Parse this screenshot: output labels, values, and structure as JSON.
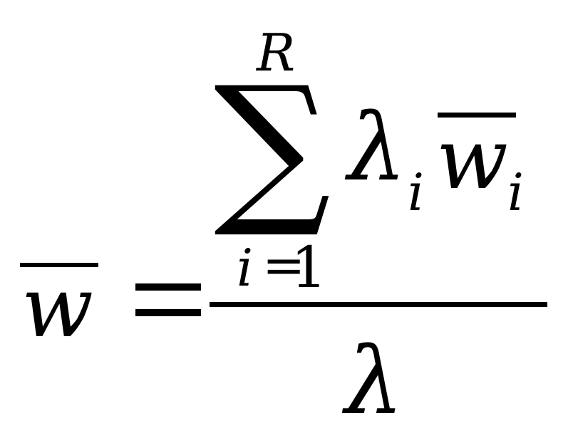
{
  "formula": {
    "lhs": {
      "variable": "w"
    },
    "relation": "=",
    "numerator": {
      "sum": {
        "symbol": "∑",
        "upper_limit": "R",
        "lower_index": "i",
        "lower_relation": "=",
        "lower_start": "1"
      },
      "coefficient": {
        "symbol": "λ",
        "subscript": "i"
      },
      "term": {
        "variable": "w",
        "subscript": "i"
      }
    },
    "denominator": {
      "symbol": "λ"
    }
  }
}
